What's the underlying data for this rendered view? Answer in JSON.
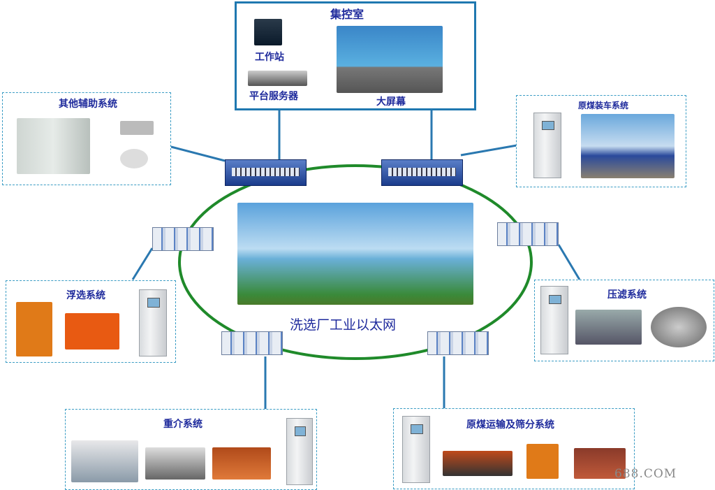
{
  "control_room": {
    "title": "集控室",
    "workstation": "工作站",
    "server": "平台服务器",
    "video_wall": "大屏幕"
  },
  "center": {
    "title": "洗选厂工业以太网"
  },
  "subsystems": {
    "other_aux": "其他辅助系统",
    "coal_loading": "原煤装车系统",
    "flotation": "浮选系统",
    "filter_press": "压滤系统",
    "dense_medium": "重介系统",
    "raw_coal_transport": "原煤运输及筛分系统"
  },
  "watermark": "688.COM",
  "colors": {
    "ring": "#1f8a2a",
    "link": "#2a78b0",
    "label": "#1e2a9c",
    "box_border": "#3a9cc4"
  }
}
